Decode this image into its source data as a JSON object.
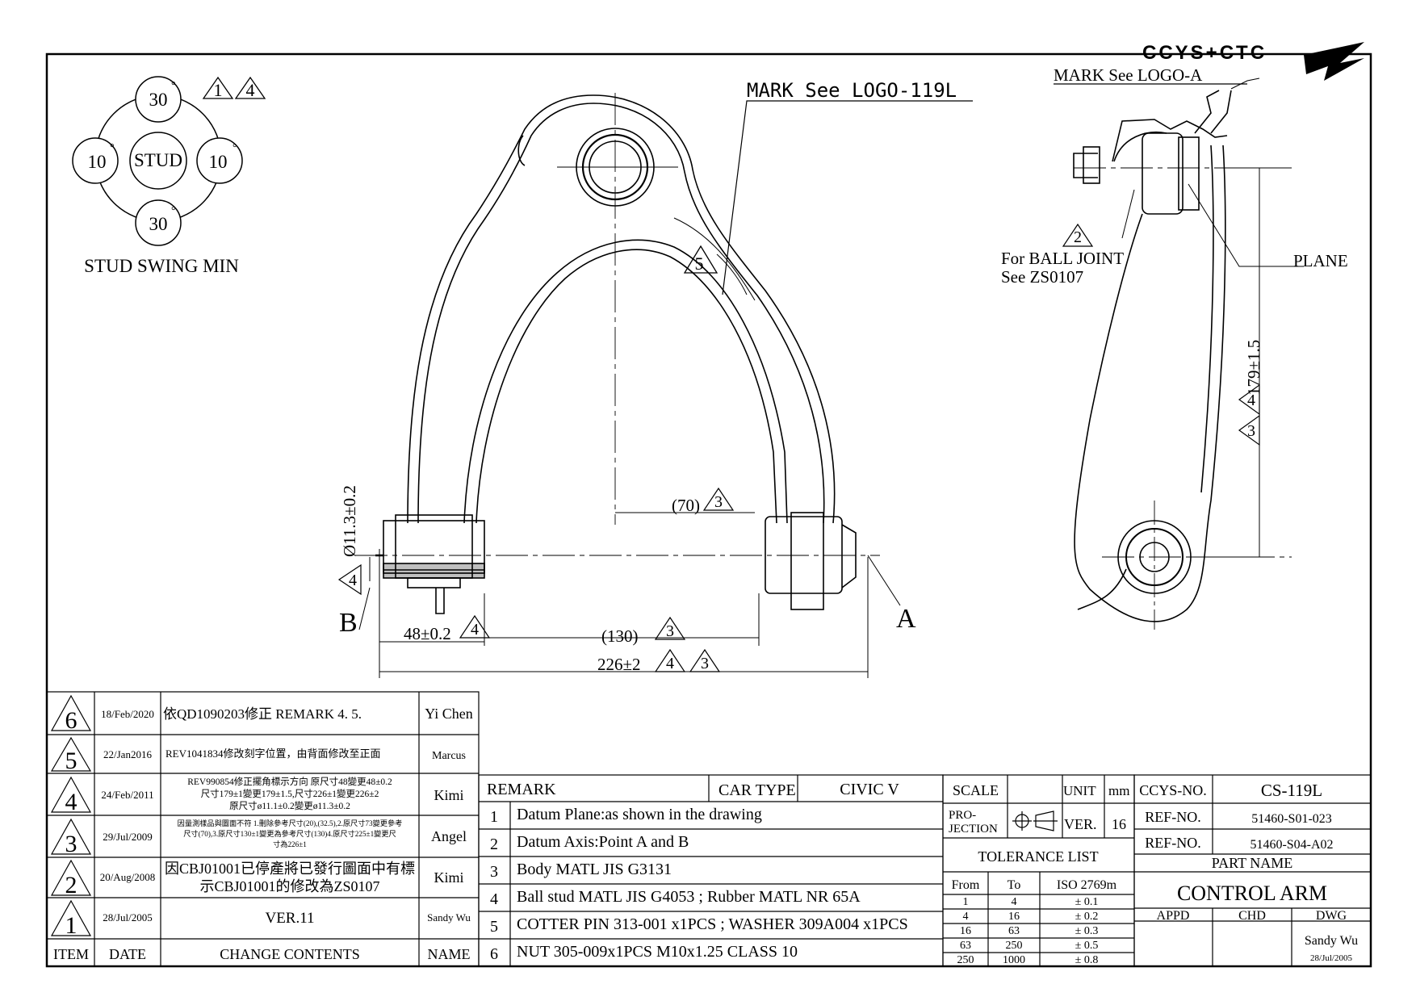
{
  "brand": {
    "text": "CCYS+CTC"
  },
  "stud_swing": {
    "top": "30",
    "bottom": "30",
    "left": "10",
    "right": "10",
    "center": "STUD",
    "degree": "°",
    "caption": "STUD SWING MIN",
    "flags": [
      "1",
      "4"
    ]
  },
  "callouts": {
    "mark_logo_119l": "MARK See LOGO-119L",
    "mark_logo_a": "MARK See LOGO-A",
    "ball_joint_line1": "For BALL JOINT",
    "ball_joint_line2": "See ZS0107",
    "plane": "PLANE",
    "point_a": "A",
    "point_b": "B"
  },
  "dimensions": {
    "dia": "Ø11.3±0.2",
    "d70": "(70)",
    "d48": "48±0.2",
    "d130": "(130)",
    "d226": "226±2",
    "d179": "179±1.5"
  },
  "revisions": [
    {
      "item": "6",
      "date": "18/Feb/2020",
      "content": [
        "依QD1090203修正 REMARK 4. 5."
      ],
      "name": "Yi Chen"
    },
    {
      "item": "5",
      "date": "22/Jan2016",
      "content": [
        "REV1041834修改刻字位置，由背面修改至正面"
      ],
      "name": "Marcus"
    },
    {
      "item": "4",
      "date": "24/Feb/2011",
      "content": [
        "REV990854修正擺角標示方向 原尺寸48變更48±0.2",
        "尺寸179±1變更179±1.5,尺寸226±1變更226±2",
        "原尺寸ø11.1±0.2變更ø11.3±0.2"
      ],
      "name": "Kimi"
    },
    {
      "item": "3",
      "date": "29/Jul/2009",
      "content": [
        "因量測樣品與圖面不符 1.刪除參考尺寸(20),(32.5),2.原尺寸73變更參考",
        "尺寸(70),3.原尺寸130±1變更為參考尺寸(130)4.原尺寸225±1變更尺",
        "寸為226±1"
      ],
      "name": "Angel"
    },
    {
      "item": "2",
      "date": "20/Aug/2008",
      "content": [
        "因CBJ01001已停產將已發行圖面中有標",
        "示CBJ01001的修改為ZS0107"
      ],
      "name": "Kimi"
    },
    {
      "item": "1",
      "date": "28/Jul/2005",
      "content": [
        "VER.11"
      ],
      "name": "Sandy Wu"
    }
  ],
  "revision_headers": {
    "item": "ITEM",
    "date": "DATE",
    "content": "CHANGE CONTENTS",
    "name": "NAME"
  },
  "remarks": {
    "header": "REMARK",
    "car_type_label": "CAR TYPE",
    "car_type": "CIVIC V",
    "items": [
      {
        "no": "1",
        "text": "Datum Plane:as shown in the drawing"
      },
      {
        "no": "2",
        "text": "Datum Axis:Point A and B"
      },
      {
        "no": "3",
        "text": "Body MATL JIS G3131"
      },
      {
        "no": "4",
        "text": "Ball stud MATL JIS G4053 ; Rubber MATL NR 65A"
      },
      {
        "no": "5",
        "text": "COTTER PIN 313-001 x1PCS ; WASHER 309A004 x1PCS"
      },
      {
        "no": "6",
        "text": "NUT 305-009x1PCS M10x1.25 CLASS 10"
      }
    ]
  },
  "title_block": {
    "scale_label": "SCALE",
    "unit_label": "UNIT",
    "unit": "mm",
    "projection_label": "PRO-\nJECTION",
    "ver_label": "VER.",
    "ver": "16",
    "tolerance_title": "TOLERANCE LIST",
    "tolerance_headers": [
      "From",
      "To",
      "ISO 2769m"
    ],
    "tolerances": [
      [
        "1",
        "4",
        "± 0.1"
      ],
      [
        "4",
        "16",
        "± 0.2"
      ],
      [
        "16",
        "63",
        "± 0.3"
      ],
      [
        "63",
        "250",
        "± 0.5"
      ],
      [
        "250",
        "1000",
        "± 0.8"
      ]
    ],
    "ccys_no_label": "CCYS-NO.",
    "ccys_no": "CS-119L",
    "ref_no_label": "REF-NO.",
    "ref_no_1": "51460-S01-023",
    "ref_no_2": "51460-S04-A02",
    "part_name_label": "PART NAME",
    "part_name": "CONTROL ARM",
    "appd_label": "APPD",
    "chd_label": "CHD",
    "dwg_label": "DWG",
    "dwg_name": "Sandy Wu",
    "dwg_date": "28/Jul/2005"
  }
}
